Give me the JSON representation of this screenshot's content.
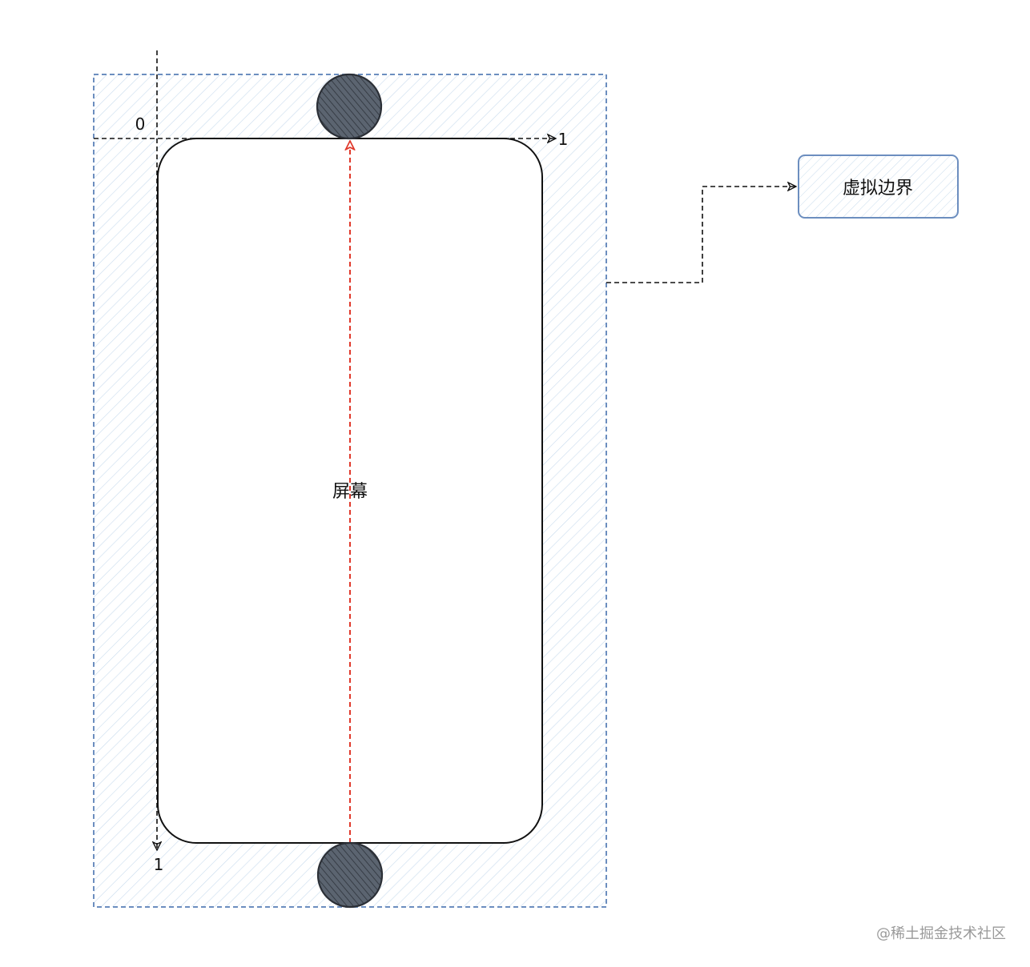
{
  "diagram": {
    "axis_origin_label": "0",
    "axis_x_end_label": "1",
    "axis_y_end_label": "1",
    "screen_label": "屏幕",
    "virtual_boundary_label": "虚拟边界"
  },
  "colors": {
    "hatch": "#c9dced",
    "region_border": "#6c8ebf",
    "line_dark": "#111111",
    "arrow_red": "#e0392b",
    "ball_fill": "#4b5563",
    "ball_stroke": "#2b2f36",
    "label_box_fill": "#dae8fc"
  },
  "watermark": "@稀土掘金技术社区"
}
